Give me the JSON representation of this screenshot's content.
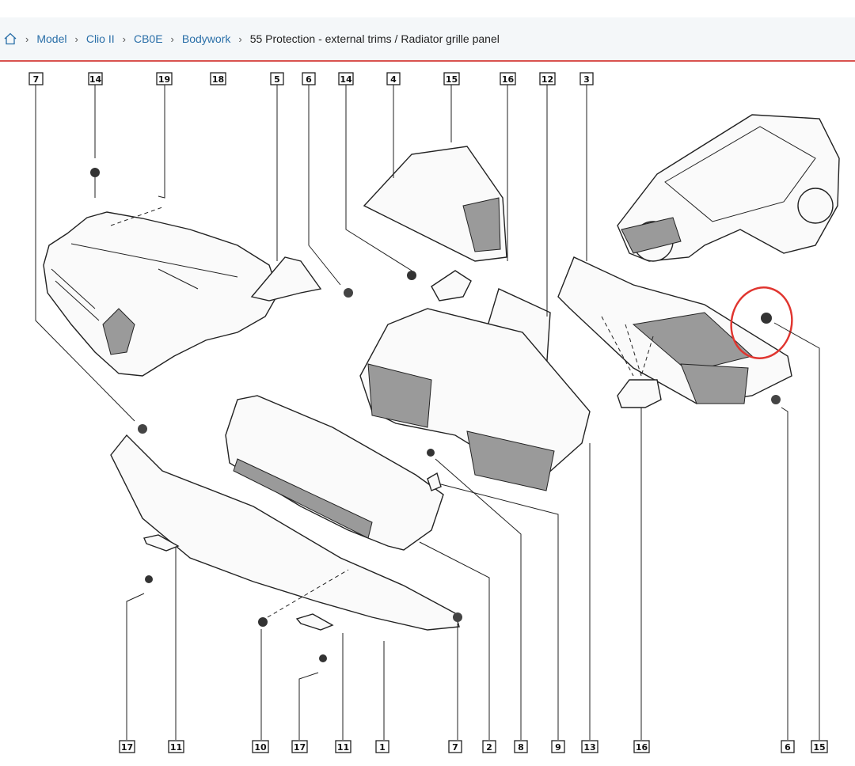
{
  "breadcrumb": {
    "home_icon": "home-icon",
    "separator": "›",
    "items": [
      "Model",
      "Clio II",
      "CB0E",
      "Bodywork"
    ],
    "current": "55 Protection - external trims / Radiator grille panel"
  },
  "diagram": {
    "top_callouts": [
      "7",
      "14",
      "19",
      "18",
      "5",
      "6",
      "14",
      "4",
      "15",
      "16",
      "12",
      "3"
    ],
    "bottom_callouts": [
      "17",
      "11",
      "10",
      "17",
      "11",
      "1",
      "7",
      "2",
      "8",
      "9",
      "13",
      "16",
      "6",
      "15"
    ],
    "highlight_color": "#e0352f"
  }
}
